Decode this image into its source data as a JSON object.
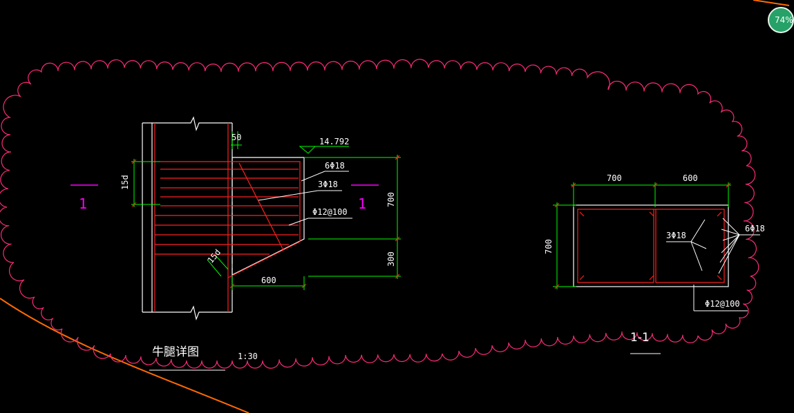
{
  "colors": {
    "background": "#000000",
    "concrete": "#ffffff",
    "dimension": "#00ff00",
    "rebar": "#ff2020",
    "revision_cloud": "#ff2a78",
    "section_mark": "#ff00ff",
    "leader": "#ffffff",
    "boundary_line": "#ff6a00",
    "badge": "#26a269"
  },
  "detail": {
    "title": "牛腿详图",
    "scale": "1:30",
    "elevation": "14.792",
    "dims": {
      "gap": "50",
      "anchor_top": "15d",
      "anchor_bottom": "15d",
      "height_top": "700",
      "height_bottom": "300",
      "width": "600"
    },
    "rebar_labels": [
      "6Φ18",
      "3Φ18",
      "Φ12@100"
    ],
    "section_marks": [
      "1",
      "1"
    ]
  },
  "section": {
    "title": "1-1",
    "dims": {
      "left": "700",
      "right": "600",
      "height": "700"
    },
    "rebar_labels": [
      "3Φ18",
      "6Φ18",
      "Φ12@100"
    ]
  },
  "badge": {
    "text": "74%",
    "icon": "zoom-percent-badge"
  }
}
